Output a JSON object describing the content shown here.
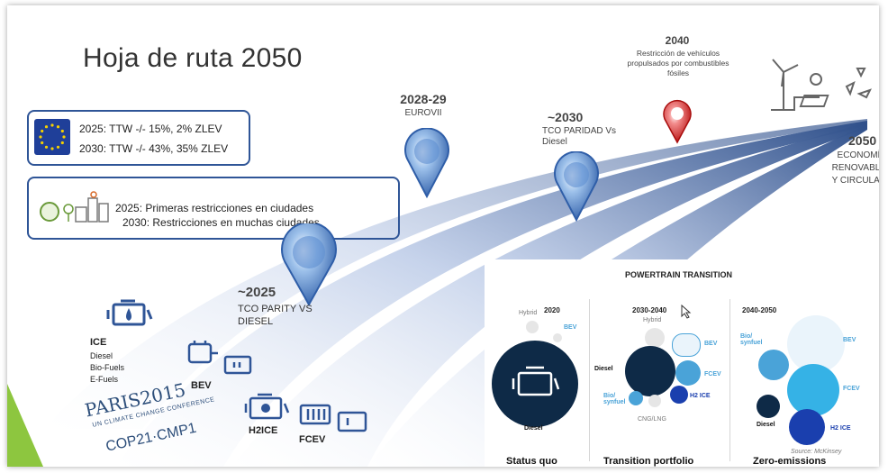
{
  "title": "Hoja de ruta 2050",
  "eu_targets": {
    "line1": "2025: TTW -/- 15%,   2% ZLEV",
    "line2": "2030: TTW -/- 43%, 35% ZLEV",
    "icon": "eu-flag-icon"
  },
  "city_restrictions": {
    "line1": "2025: Primeras restricciones en ciudades",
    "line2": "2030: Restricciones en muchas ciudades",
    "icons": [
      "low-emission-zone-icon",
      "city-buildings-icon"
    ]
  },
  "milestones": [
    {
      "year": "~2025",
      "label": "TCO PARITY VS DIESEL"
    },
    {
      "year": "2028-29",
      "label": "EUROVII"
    },
    {
      "year": "~2030",
      "label": "TCO PARIDAD Vs Diesel"
    },
    {
      "year": "2040",
      "label": "Restricción de vehículos propulsados por combustibles fósiles"
    },
    {
      "year": "2050",
      "label": "ECONOMÍA RENOVABLE Y CIRCULAR"
    }
  ],
  "vehicles": {
    "ice": {
      "title": "ICE",
      "items": [
        "Diesel",
        "Bio-Fuels",
        "E-Fuels"
      ]
    },
    "bev": {
      "title": "BEV"
    },
    "h2ice": {
      "title": "H2ICE"
    },
    "fcev": {
      "title": "FCEV"
    }
  },
  "paris": {
    "title": "PARIS2015",
    "subtitle": "UN CLIMATE CHANGE CONFERENCE",
    "cop": "COP21·CMP1"
  },
  "powertrain": {
    "title": "POWERTRAIN TRANSITION",
    "years": [
      "2020",
      "2030-2040",
      "2040-2050"
    ],
    "columns": [
      "Status quo",
      "Transition portfolio",
      "Zero-emissions"
    ],
    "labels": {
      "hybrid": "Hybrid",
      "bev": "BEV",
      "diesel": "Diesel",
      "fcev": "FCEV",
      "h2ice": "H2 ICE",
      "biosynfuel": "Bio/ synfuel",
      "cng": "CNG/LNG"
    },
    "source": "Source: McKinsey"
  },
  "colors": {
    "accent_blue": "#2f5597",
    "pin_blue": "#4f7fc4",
    "pin_red": "#d21f1f",
    "navy": "#0e2a47",
    "light_blue": "#4aa3d8"
  }
}
